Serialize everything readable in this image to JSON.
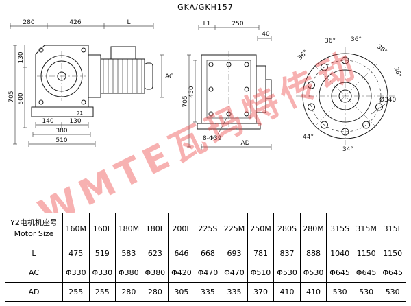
{
  "title": "GKA/GKH157",
  "watermark": "WMTE瓦玛特传动",
  "drawings": {
    "side": {
      "top": [
        "280",
        "426",
        "L"
      ],
      "left": [
        "705",
        "130",
        "500"
      ],
      "bottom": [
        "140",
        "130",
        "380",
        "510"
      ],
      "inner": "71",
      "right": "AC"
    },
    "front": {
      "top": [
        "L1",
        "250",
        "40"
      ],
      "left": [
        "705",
        "450"
      ],
      "bottom": [
        "8-Φ39",
        "AD"
      ]
    },
    "flange": {
      "angles": [
        "36°",
        "36°",
        "36°",
        "36°",
        "36°",
        "44°",
        "34°"
      ],
      "diameter": "Ø340"
    }
  },
  "table": {
    "header_col": [
      "Y2电机机座号",
      "Motor Size"
    ],
    "columns": [
      "160M",
      "160L",
      "180M",
      "180L",
      "200L",
      "225S",
      "225M",
      "250M",
      "280S",
      "280M",
      "315S",
      "315M",
      "315L"
    ],
    "rows": [
      {
        "label": "L",
        "values": [
          "475",
          "519",
          "583",
          "623",
          "646",
          "668",
          "693",
          "781",
          "837",
          "888",
          "1040",
          "1150",
          "1150"
        ]
      },
      {
        "label": "AC",
        "values": [
          "Φ330",
          "Φ330",
          "Φ380",
          "Φ380",
          "Φ420",
          "Φ470",
          "Φ470",
          "Φ510",
          "Φ530",
          "Φ530",
          "Φ645",
          "Φ645",
          "Φ645"
        ]
      },
      {
        "label": "AD",
        "values": [
          "255",
          "255",
          "280",
          "280",
          "305",
          "335",
          "335",
          "370",
          "410",
          "410",
          "530",
          "530",
          "530"
        ]
      }
    ]
  }
}
